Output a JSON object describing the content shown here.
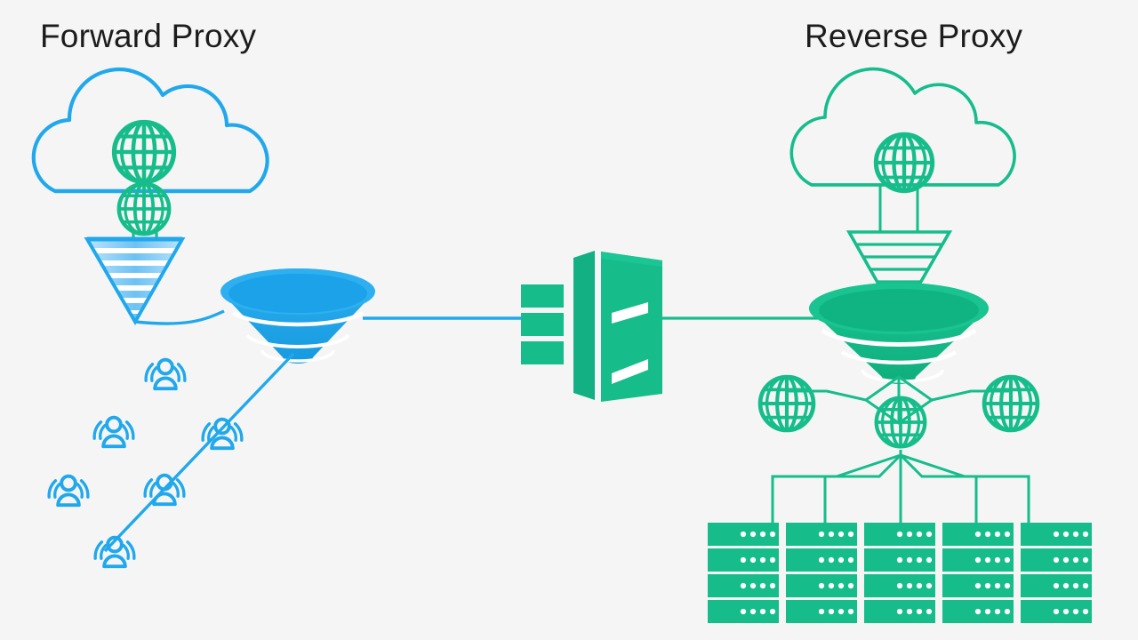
{
  "diagram": {
    "background_color": "#f5f5f5",
    "blue": "#21a8ec",
    "blue_dark": "#1294dd",
    "blue_light": "#7fc9f2",
    "green": "#16bd8b",
    "green_dark": "#0fae7e",
    "title_color": "#1c1c1c"
  },
  "titles": {
    "forward": "Forward Proxy",
    "reverse": "Reverse Proxy"
  },
  "forward_proxy": {
    "cloud_label": "internet-cloud",
    "globes_in_cloud": 2,
    "cone_label": "striped-cone",
    "funnel_label": "proxy-funnel",
    "clients": 6,
    "client_icon": "user-icon",
    "globe_icon": "globe-icon"
  },
  "firewall": {
    "icon": "server-firewall-icon",
    "side_panels": 3,
    "slashes": 2
  },
  "reverse_proxy": {
    "cloud_label": "internet-cloud",
    "globes_in_cloud": 1,
    "cone_label": "striped-cone",
    "funnel_label": "proxy-funnel",
    "globes_below": 3,
    "server_columns": 5,
    "server_rows": 4,
    "dots_per_server": 4,
    "globe_icon": "globe-icon",
    "server_icon": "server-rack-icon"
  }
}
